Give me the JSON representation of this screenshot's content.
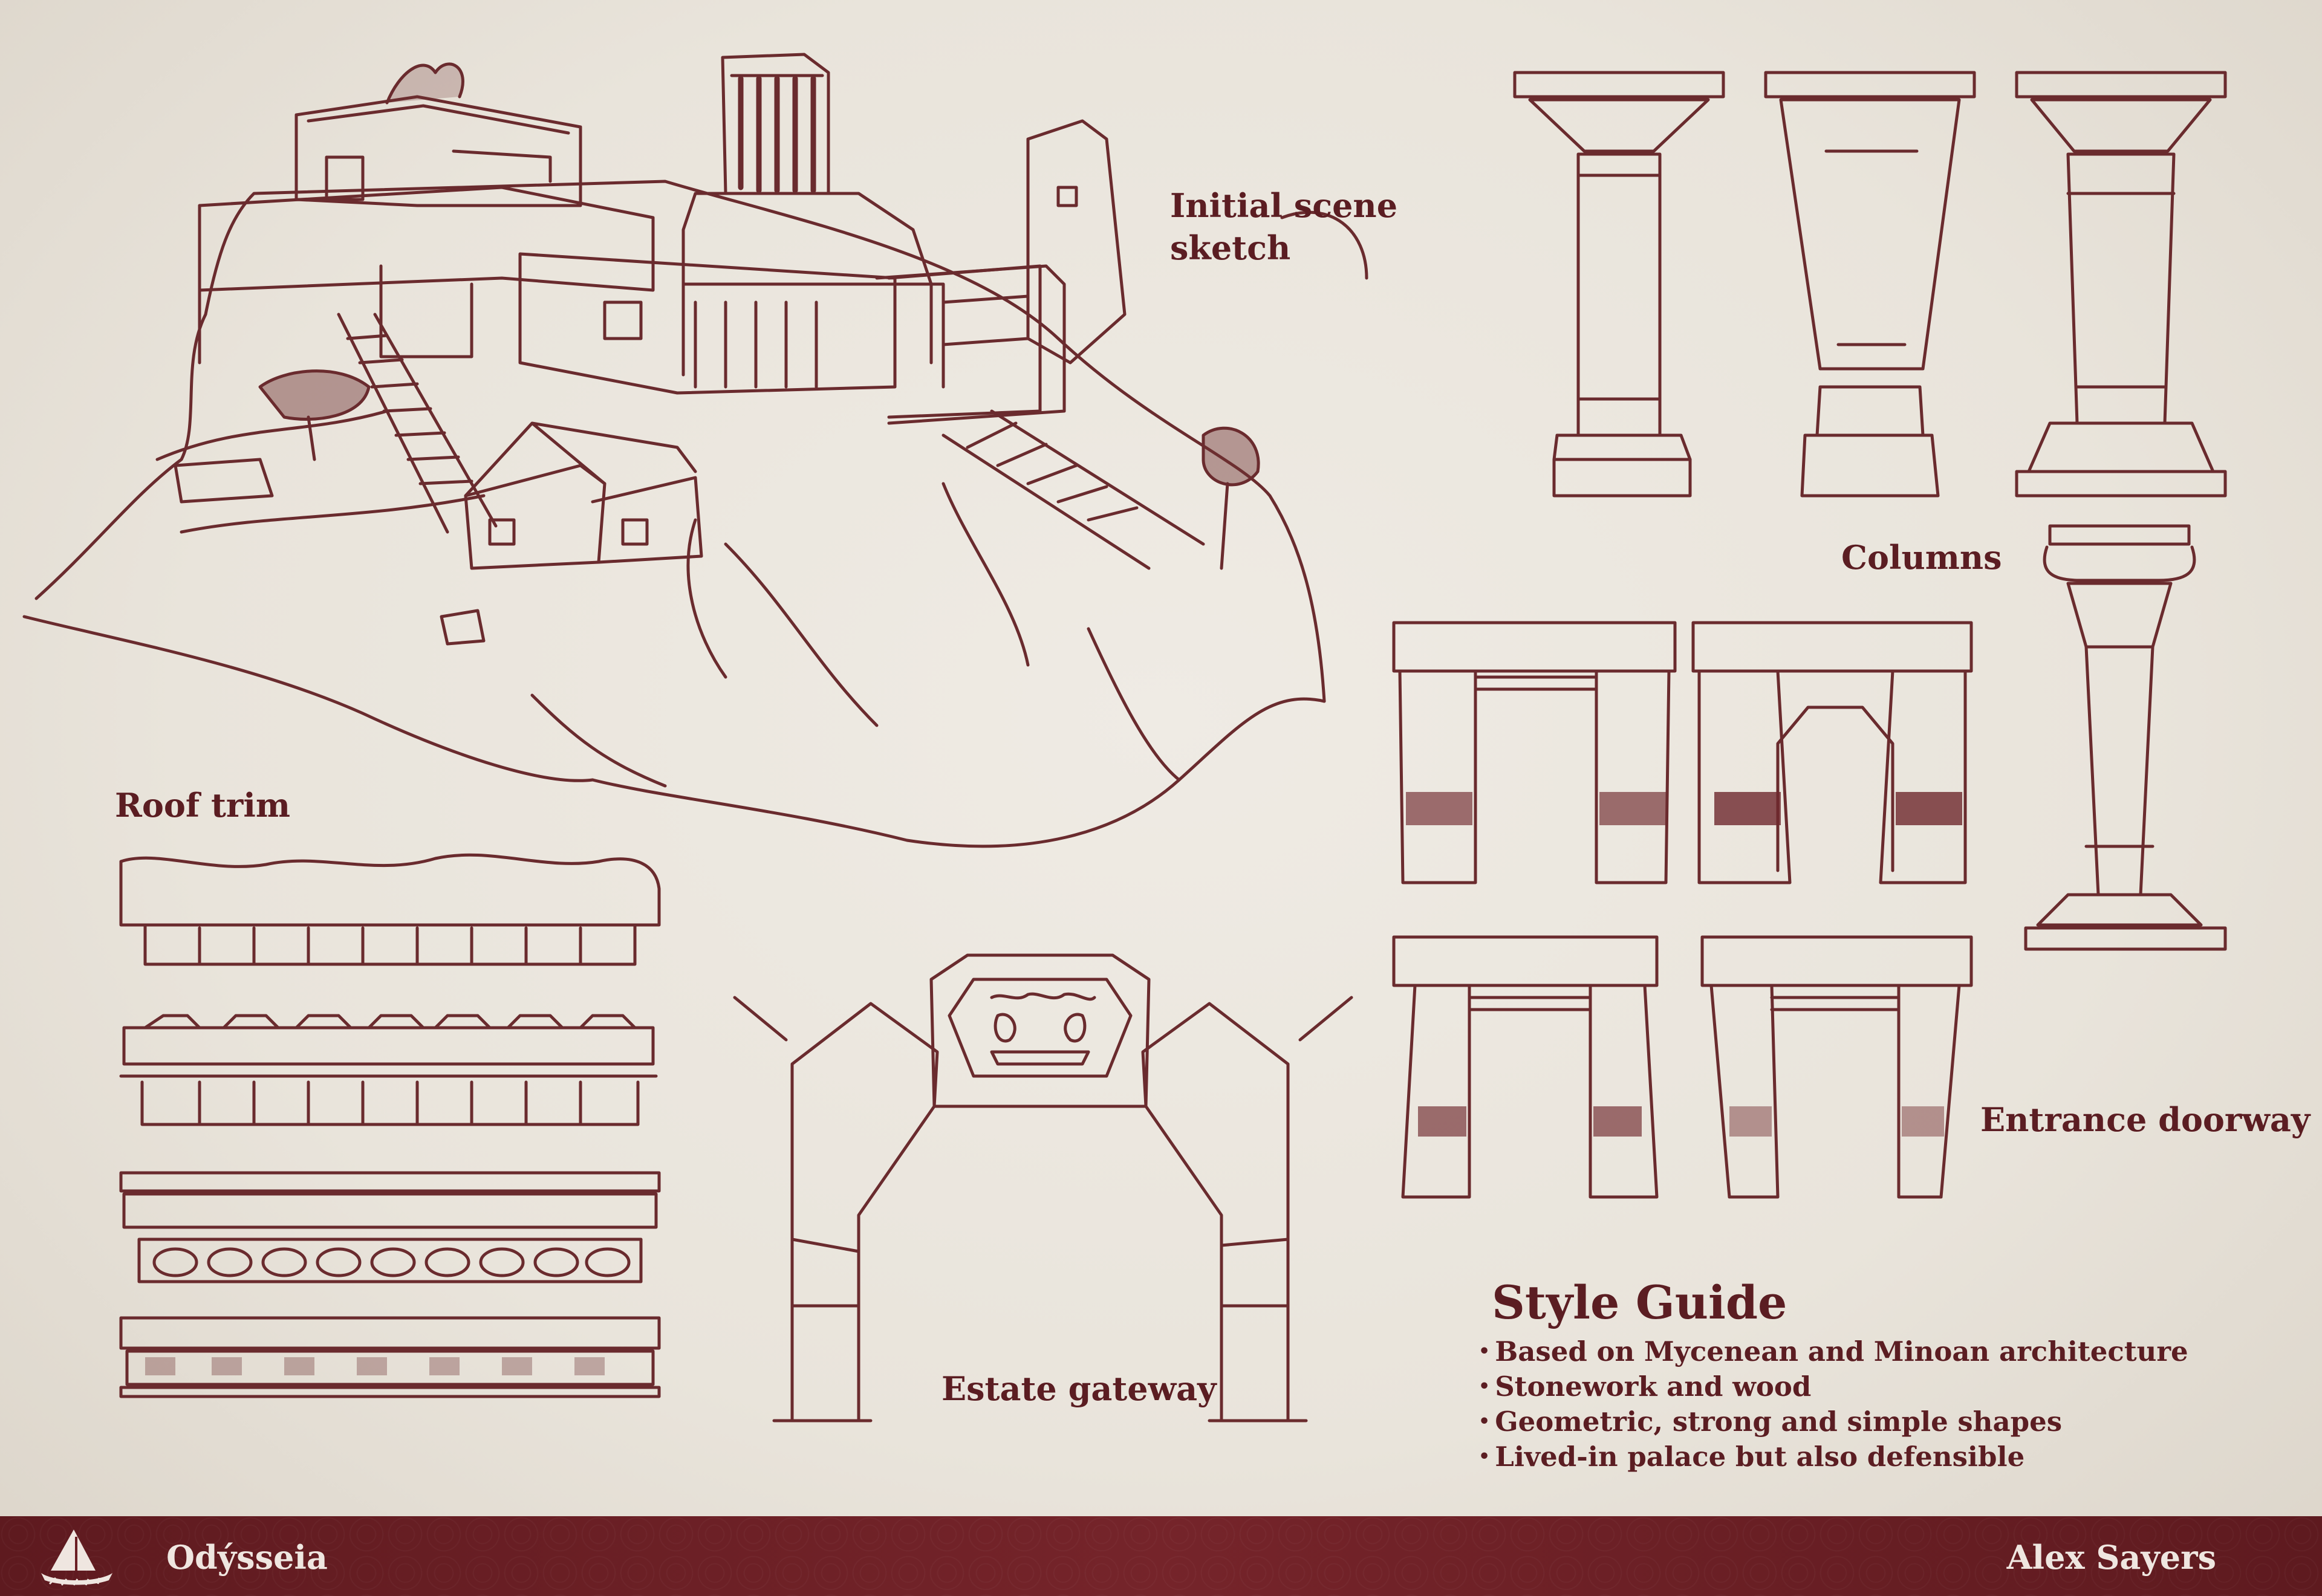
{
  "labels": {
    "initial_scene": "Initial scene\nsketch",
    "roof_trim": "Roof trim",
    "columns": "Columns",
    "entrance_doorway": "Entrance doorway",
    "estate_gateway": "Estate gateway"
  },
  "style_guide": {
    "title": "Style Guide",
    "bullets": [
      "Based on Mycenean and Minoan architecture",
      "Stonework and wood",
      "Geometric, strong and simple shapes",
      "Lived-in palace but also defensible"
    ]
  },
  "footer": {
    "title": "Odýsseia",
    "author": "Alex Sayers",
    "logo_icon": "ship-logo-icon"
  },
  "colors": {
    "ink": "#5b1d22",
    "paper": "#ece7df",
    "footer_bg": "#6b1f24"
  }
}
